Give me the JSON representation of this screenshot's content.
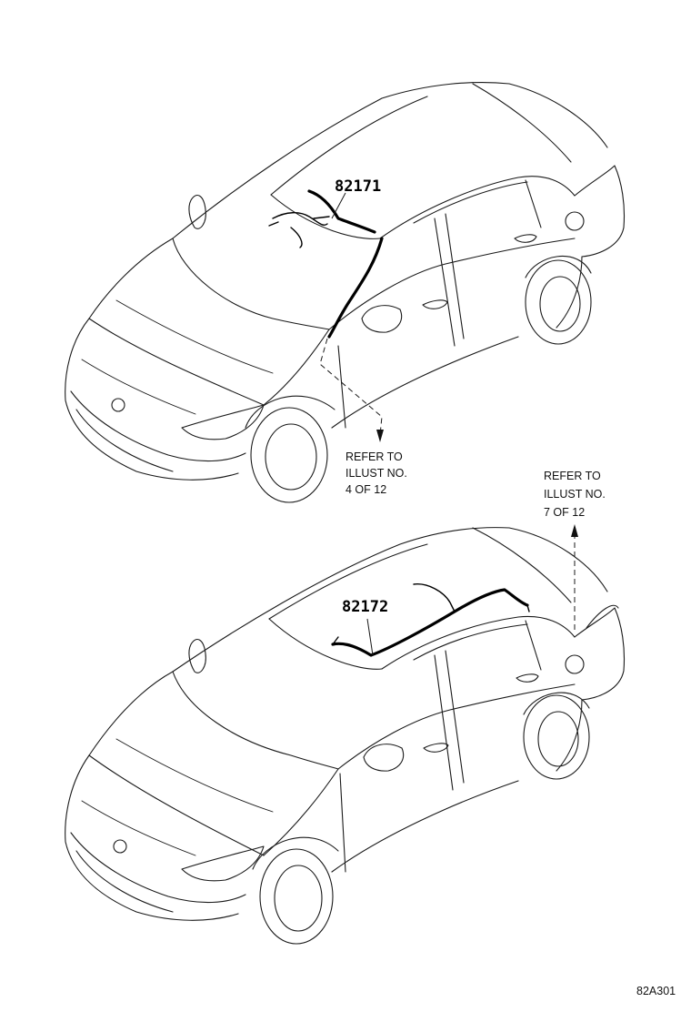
{
  "callouts": {
    "upper_part_number": "82171",
    "lower_part_number": "82172",
    "upper_reference": [
      "REFER TO",
      "ILLUST NO.",
      "4 OF 12"
    ],
    "lower_reference": [
      "REFER TO",
      "ILLUST NO.",
      "7 OF 12"
    ]
  },
  "drawing_code": "82A301"
}
